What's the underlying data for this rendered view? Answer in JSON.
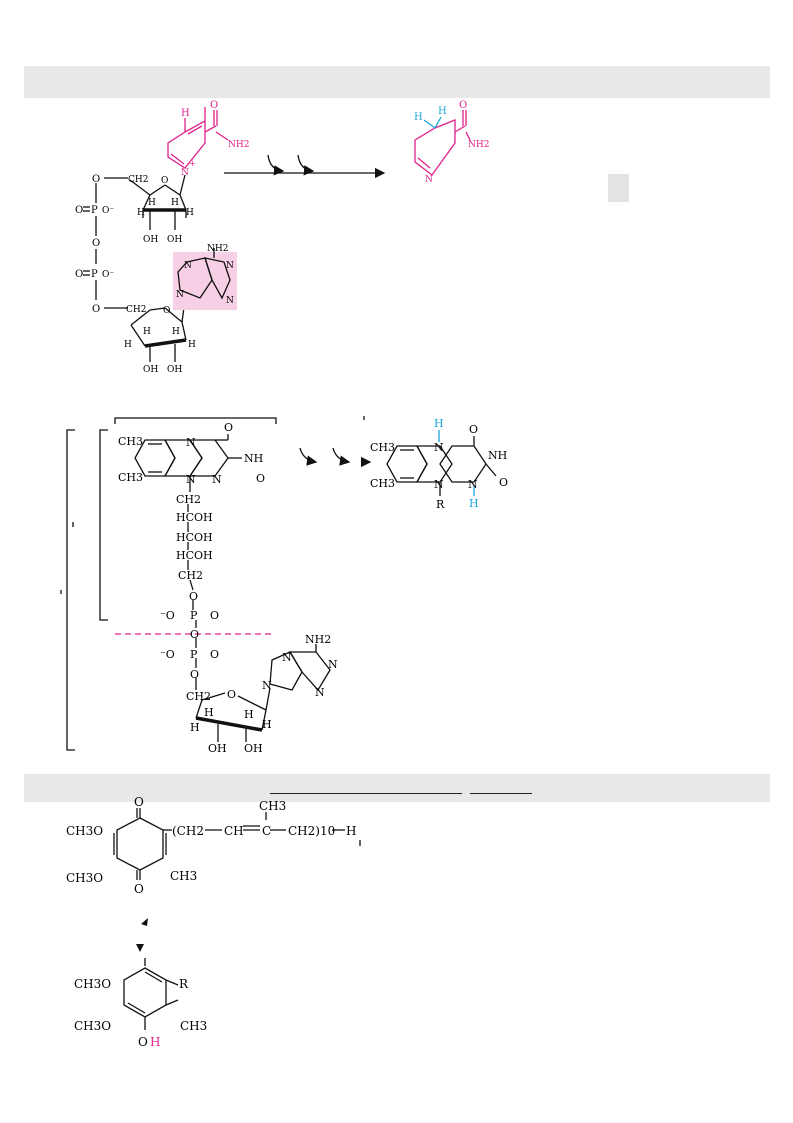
{
  "colors": {
    "magenta": "#e0218a",
    "cyan": "#1aa6d9",
    "ink": "#111111",
    "band": "#e8e8e8",
    "highlight": "#f7d0e6"
  },
  "nad": {
    "ring_h": "H",
    "carbonyl_o": "O",
    "amide_nh2": "NH2",
    "ring_n_plus": "N",
    "plus": "+",
    "o_label": "O",
    "ch2": "CH2",
    "p_label": "P",
    "o_minus": "O⁻",
    "h": "H",
    "oh": "OH",
    "adenine_nh2": "NH2",
    "adenine_n": "N"
  },
  "nadh": {
    "ring_h": "H",
    "carbonyl_o": "O",
    "amide_nh2": "NH2",
    "ring_n": "N"
  },
  "fad": {
    "ch3": "CH3",
    "n": "N",
    "nh": "NH",
    "o": "O",
    "ch2": "CH2",
    "hcoh": "HCOH",
    "p": "P",
    "o_minus": "⁻O",
    "h": "H",
    "oh": "OH",
    "nh2": "NH2",
    "r": "R"
  },
  "coq": {
    "o": "O",
    "ch3o": "CH3O",
    "ch3": "CH3",
    "chain_left": "(CH2",
    "chain_ch": "CH",
    "chain_c": "C",
    "chain_right": "CH2)10",
    "chain_h": "H",
    "r": "R",
    "oh_o": "O",
    "oh_h": "H"
  }
}
